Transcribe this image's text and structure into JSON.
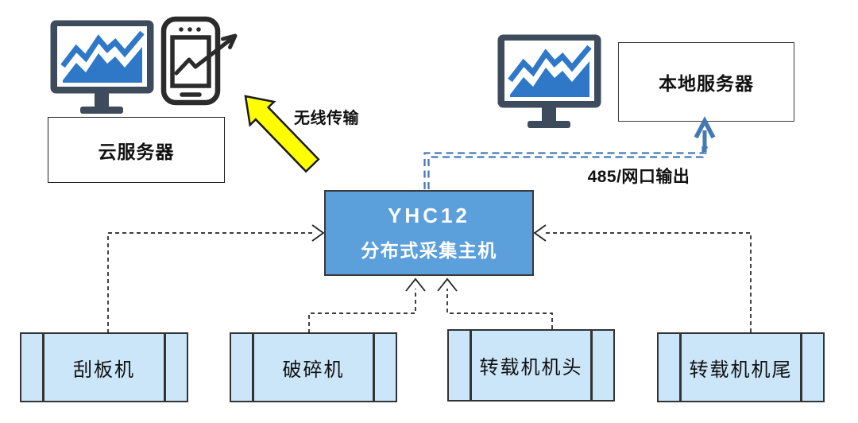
{
  "diagram": {
    "cloud": {
      "label": "云服务器"
    },
    "local": {
      "label": "本地服务器"
    },
    "host": {
      "model": "YHC12",
      "name": "分布式采集主机"
    },
    "links": {
      "wireless": {
        "label": "无线传输"
      },
      "wired": {
        "label": "485/网口输出"
      }
    },
    "devices": [
      {
        "label": "刮板机"
      },
      {
        "label": "破碎机"
      },
      {
        "label": "转载机机头"
      },
      {
        "label": "转载机机尾"
      }
    ],
    "icons": {
      "cloud_monitor": "monitor-chart-icon",
      "cloud_phone": "phone-trend-icon",
      "local_monitor": "monitor-chart-icon"
    },
    "colors": {
      "host_fill": "#5B9FDB",
      "host_text": "#FFFFFF",
      "device_fill": "#CBE5F9",
      "device_border": "#333333",
      "wireless_arrow_fill": "#FFFF00",
      "wired_link_blue": "#4579B2",
      "icon_frame_dark": "#3D4B5C",
      "icon_chart_blue": "#2F78C8",
      "dashed_connector": "#222222"
    }
  }
}
